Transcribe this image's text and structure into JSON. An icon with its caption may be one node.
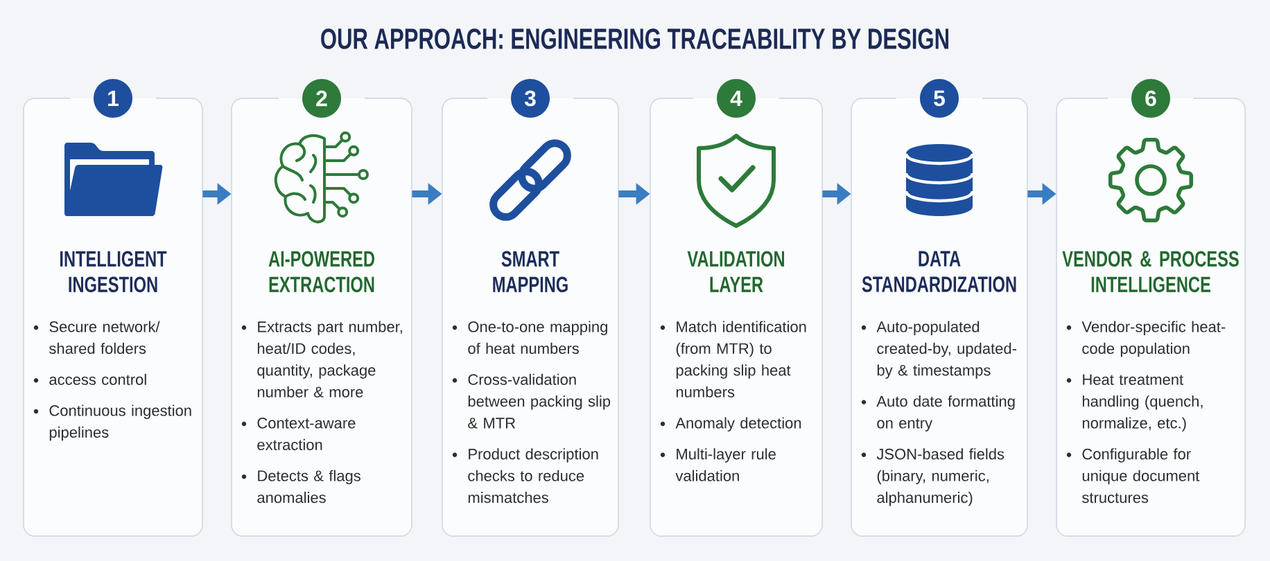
{
  "diagram": {
    "title": "OUR APPROACH: ENGINEERING TRACEABILITY BY DESIGN",
    "nodes": [
      {
        "text": [
          "1"
        ]
      },
      {
        "text": [
          "INTELLIGENT INGESTION",
          "Secure network/ shared folders",
          "access control",
          "Continuous ingestion pipelines"
        ]
      },
      {
        "text": [
          "2"
        ]
      },
      {
        "text": [
          "AI-POWERED EXTRACTION",
          "Extracts part number, heat/ID codes, quantity, package number & more",
          "Context-aware extraction",
          "Detects & flags anomalies"
        ]
      },
      {
        "text": [
          "3"
        ]
      },
      {
        "text": [
          "SMART MAPPING",
          "One-to-one mapping of heat numbers",
          "Cross-validation between packing slip & MTR",
          "Product description checks to reduce mismatches"
        ]
      },
      {
        "text": [
          "4"
        ]
      },
      {
        "text": [
          "VALIDATION LAYER",
          "Match identification (from MTR) to packing slip heat numbers",
          "Anomaly detection",
          "Multi-layer rule validation"
        ]
      },
      {
        "text": [
          "5"
        ]
      },
      {
        "text": [
          "DATA STANDARDIZATION",
          "Auto-populated created-by, updated-by & timestamps",
          "Auto date formatting on entry",
          "JSON-based fields (binary, numeric, alphanumeric)"
        ]
      },
      {
        "text": [
          "6"
        ]
      },
      {
        "text": [
          "VENDOR & PROCESS INTELLIGENCE",
          "Vendor-specific heat-code population",
          "Heat treatment handling (quench, normalize, etc.)",
          "Configurable for unique document structures"
        ]
      }
    ],
    "edges": [
      {
        "from": 1,
        "to": 3,
        "arrow": "to"
      },
      {
        "from": 3,
        "to": 5,
        "arrow": "to"
      },
      {
        "from": 5,
        "to": 7,
        "arrow": "to"
      },
      {
        "from": 7,
        "to": 9,
        "arrow": "to"
      },
      {
        "from": 9,
        "to": 11,
        "arrow": "to"
      }
    ]
  }
}
